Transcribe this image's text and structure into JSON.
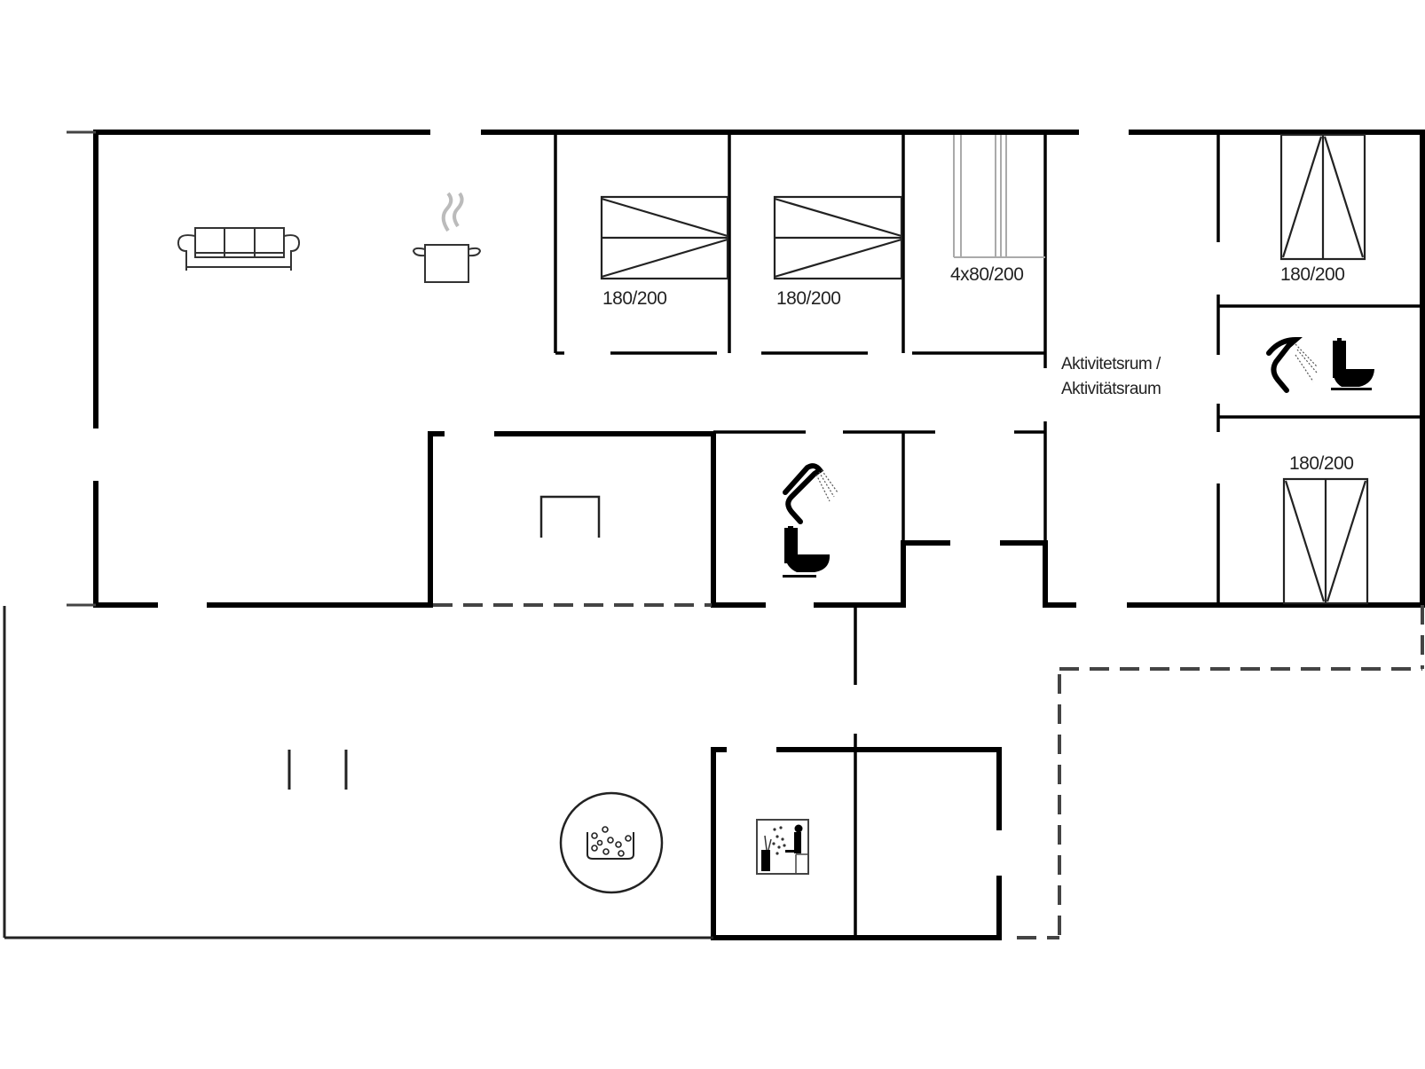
{
  "plan": {
    "type": "floor-plan",
    "colors": {
      "wall": "#000000",
      "thin_line": "#222222",
      "dashed": "#444444",
      "grey_line": "#aaaaaa",
      "background": "#ffffff"
    }
  },
  "rooms": {
    "bedroom_1": {
      "bed_label": "180/200"
    },
    "bedroom_2": {
      "bed_label": "180/200"
    },
    "bedroom_3": {
      "bed_label": "4x80/200"
    },
    "activity_room": {
      "label_line_1": "Aktivitetsrum /",
      "label_line_2": "Aktivitätsraum"
    },
    "bedroom_4": {
      "bed_label": "180/200"
    },
    "bedroom_5": {
      "bed_label": "180/200"
    }
  },
  "icons": {
    "living": "sofa-icon",
    "kitchen": "cooking-pot-icon",
    "bathroom_1": [
      "shower-icon",
      "toilet-icon"
    ],
    "bathroom_2": [
      "shower-icon",
      "toilet-icon"
    ],
    "terrace": "hot-tub-icon",
    "annex": "sauna-icon",
    "utility": "counter-icon"
  }
}
